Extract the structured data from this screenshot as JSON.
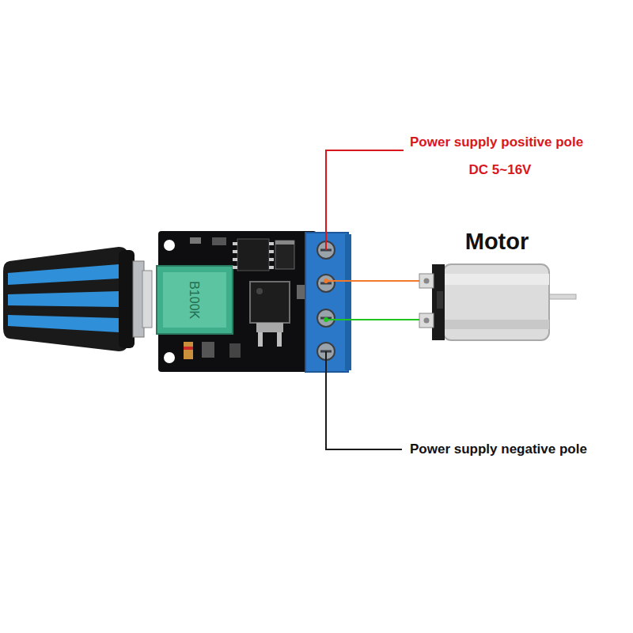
{
  "diagram": {
    "labels": [
      "Power supply positive pole",
      "DC 5~16V",
      "Motor",
      "Power supply negative pole",
      "B100K"
    ]
  }
}
